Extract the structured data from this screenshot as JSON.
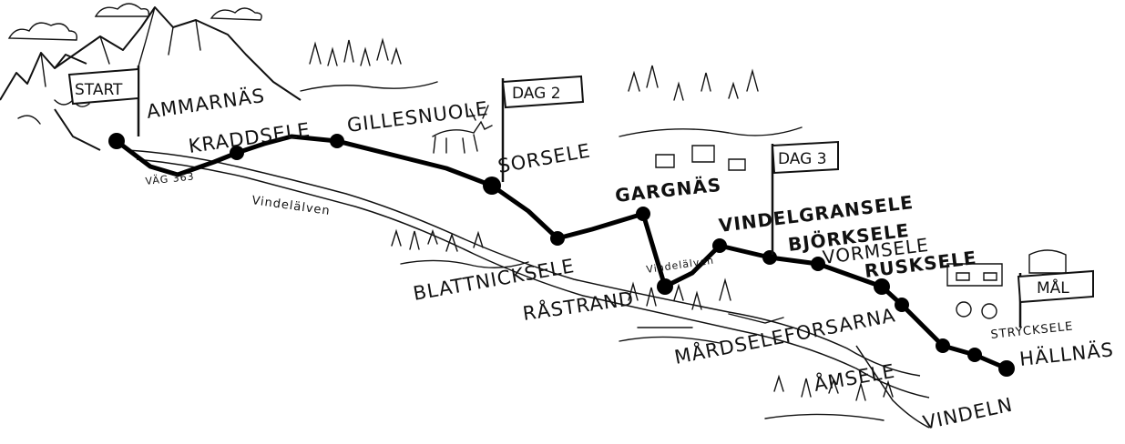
{
  "flags": {
    "start": "START",
    "dag2": "DAG 2",
    "dag3": "DAG 3",
    "mal": "MÅL"
  },
  "route_label": "VÄG 363",
  "rivers": {
    "upper": "Vindelälven",
    "lower": "Vindelälven"
  },
  "places": {
    "ammarnas": "AMMARNÄS",
    "kraddsele": "KRADDSELE",
    "gillesnuole": "GILLESNUOLE",
    "sorsele": "SORSELE",
    "blattnicksele": "BLATTNICKSELE",
    "gargnas": "GARGNÄS",
    "rastrand": "RÅSTRAND",
    "vindelgransele": "VINDELGRANSELE",
    "bjorksele": "BJÖRKSELE",
    "vormsele": "VORMSELE",
    "rusksele": "RUSKSELE",
    "mardseleforsarna": "MÅRDSELEFORSARNA",
    "amsele": "ÅMSELE",
    "strycksele": "STRYCKSELE",
    "hallnas": "HÄLLNÄS",
    "vindeln": "VINDELN"
  },
  "colors": {
    "ink": "#111111",
    "paper": "#ffffff"
  }
}
